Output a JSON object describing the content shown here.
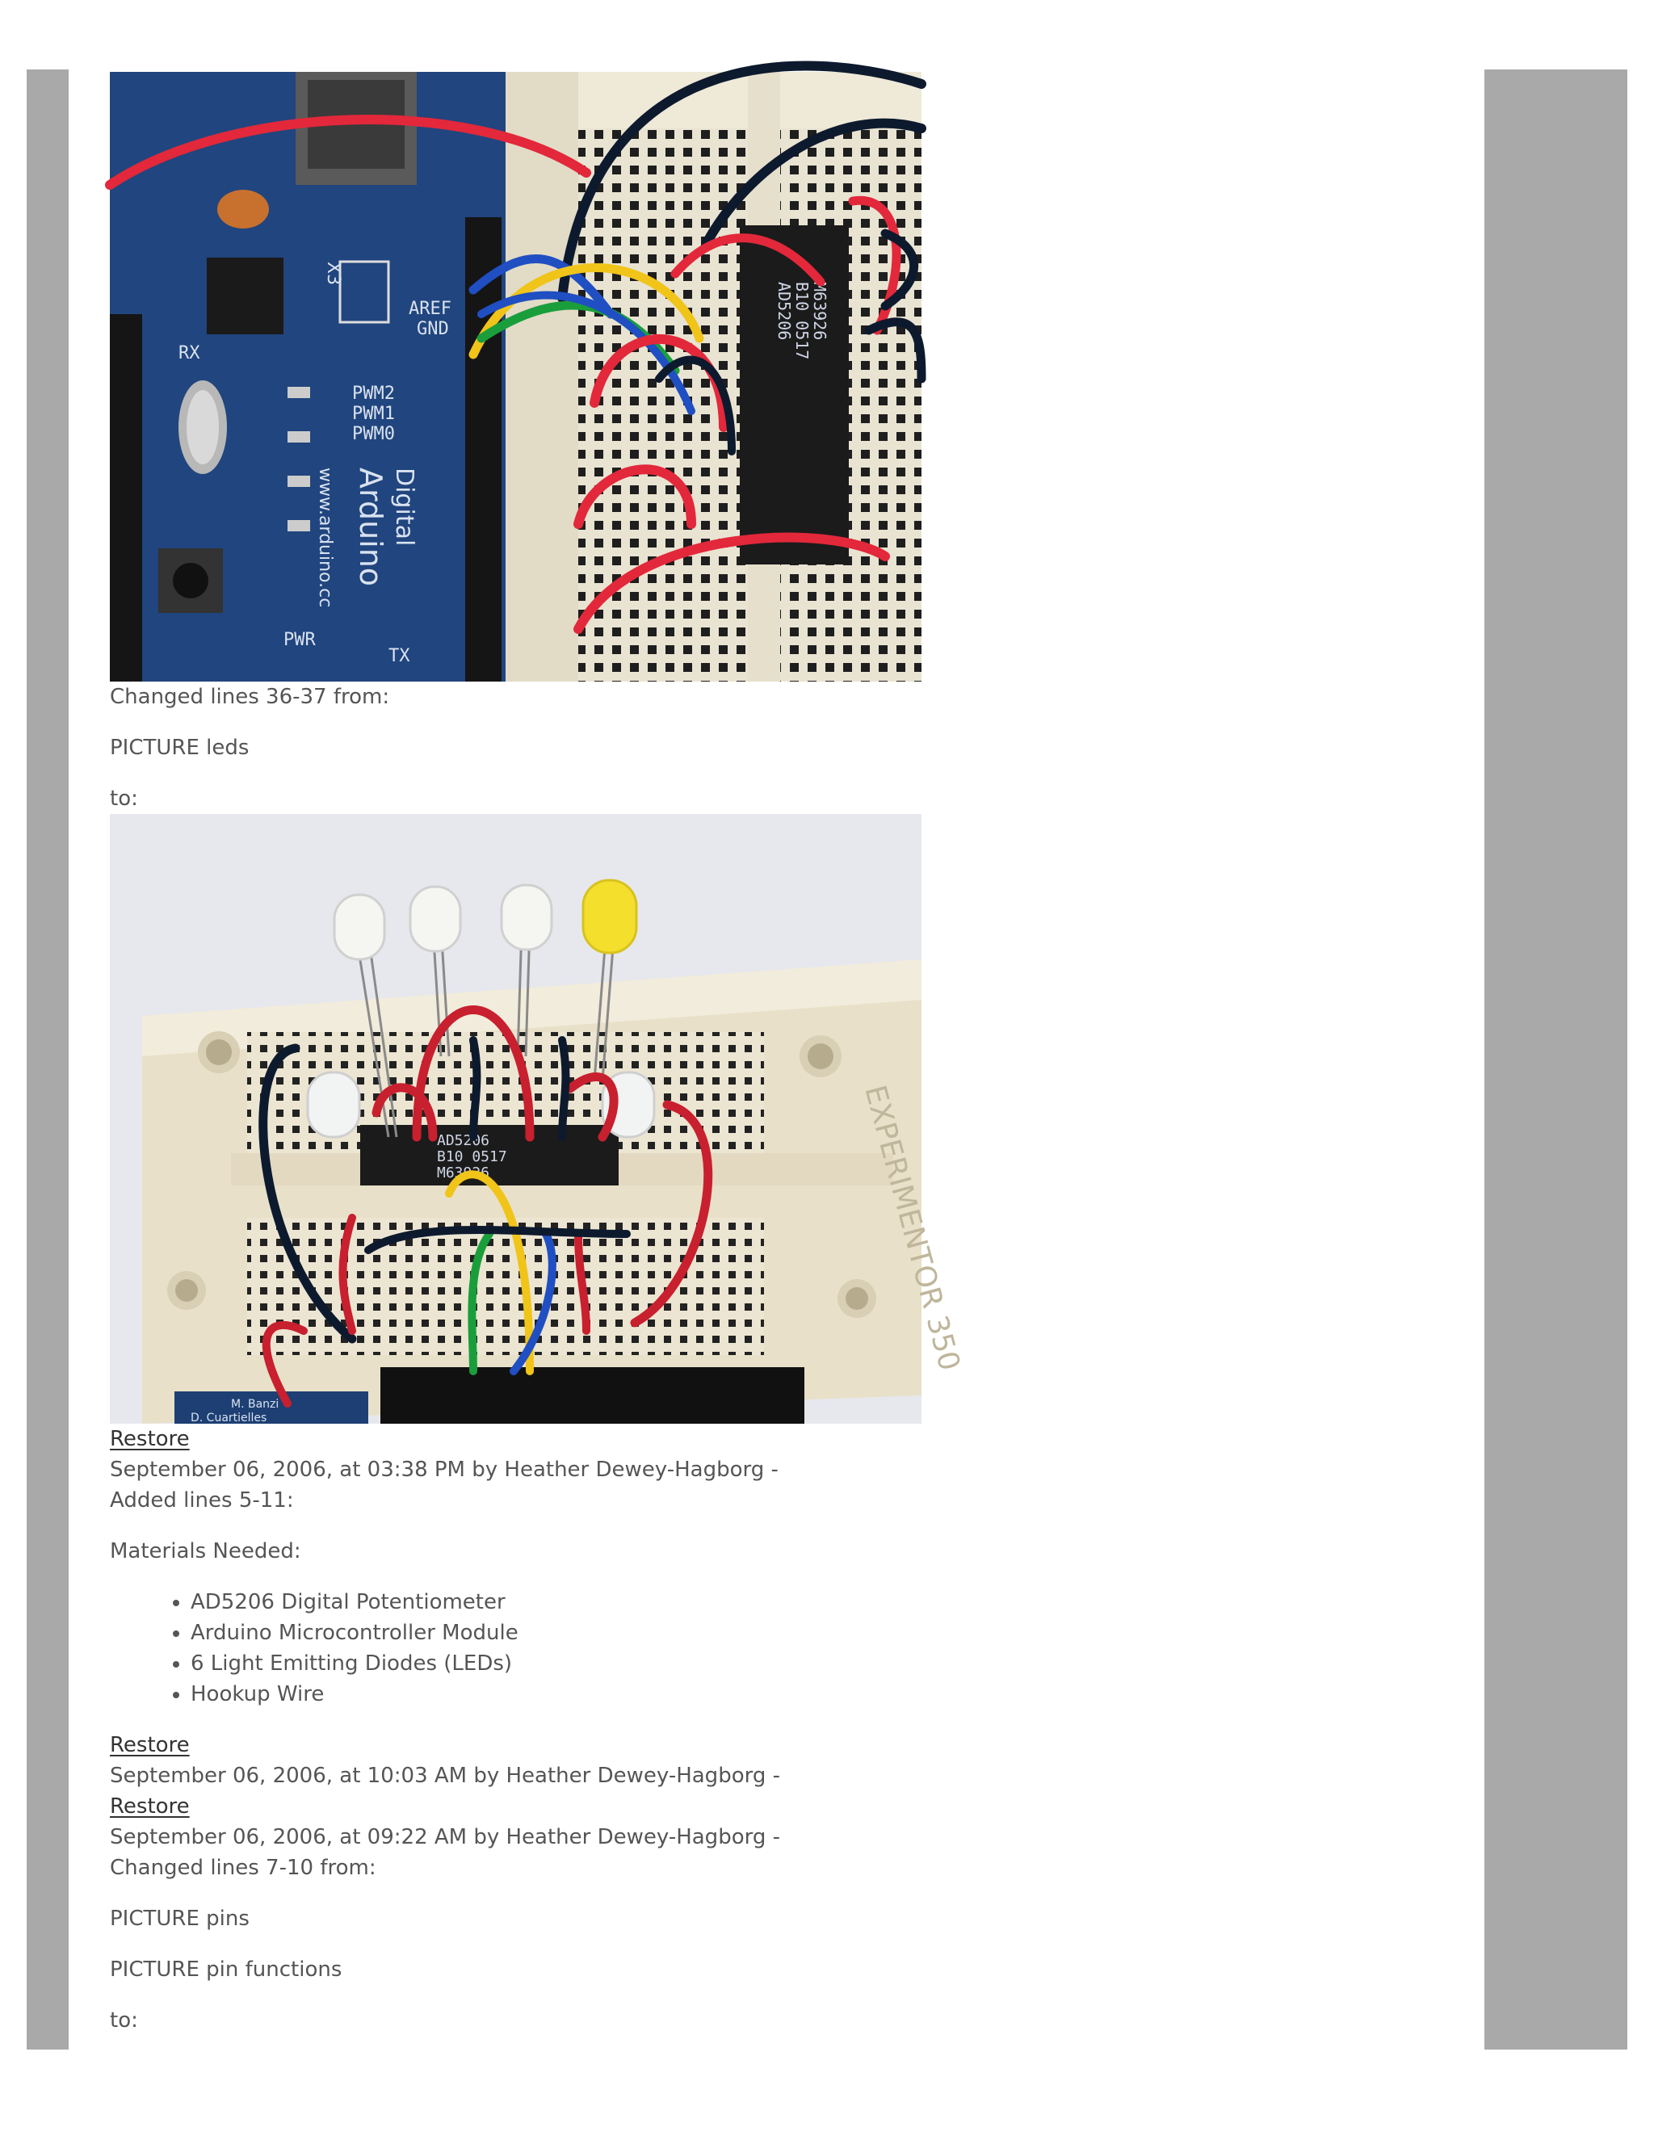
{
  "history": {
    "changed_lines_36_37": "Changed lines 36-37 from:",
    "picture_leds": "PICTURE leds",
    "to_1": "to:",
    "restore_label": "Restore",
    "entry_1": "September 06, 2006, at 03:38 PM by Heather Dewey-Hagborg -",
    "added_lines": "Added lines 5-11:",
    "materials_heading": "Materials Needed:",
    "materials": [
      "AD5206 Digital Potentiometer",
      "Arduino Microcontroller Module",
      "6 Light Emitting Diodes (LEDs)",
      "Hookup Wire"
    ],
    "entry_2": "September 06, 2006, at 10:03 AM by Heather Dewey-Hagborg -",
    "entry_3": "September 06, 2006, at 09:22 AM by Heather Dewey-Hagborg -",
    "changed_lines_7_10": "Changed lines 7-10 from:",
    "picture_pins": "PICTURE pins",
    "picture_pin_functions": "PICTURE pin functions",
    "to_2": "to:"
  },
  "photo1": {
    "board_labels": [
      "AREF",
      "GND",
      "PWM2",
      "PWM1",
      "PWM0",
      "Digital",
      "Arduino",
      "www.arduino.cc",
      "PWR",
      "TX",
      "RX",
      "X3"
    ],
    "chip_text": [
      "AD5206",
      "B10 0517",
      "M63926"
    ]
  },
  "photo2": {
    "chip_text": [
      "AD5206",
      "B10 0517",
      "M63926"
    ],
    "board_text": "EXPERIMENTOR 350",
    "credit_text": [
      "M. Banzi",
      "D. Cuartielles"
    ]
  }
}
